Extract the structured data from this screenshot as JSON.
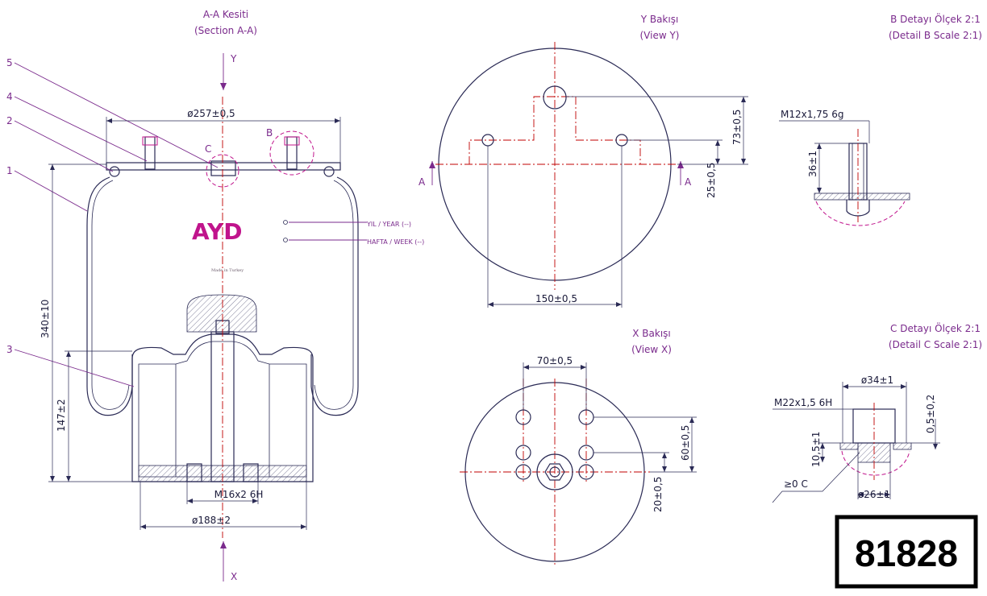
{
  "views": {
    "section": {
      "title": "A-A Kesiti",
      "subtitle": "(Section A-A)",
      "top_axis": "Y",
      "bottom_axis": "X"
    },
    "view_y": {
      "title": "Y Bakışı",
      "subtitle": "(View Y)",
      "section_left": "A",
      "section_right": "A"
    },
    "view_x": {
      "title": "X Bakışı",
      "subtitle": "(View X)"
    },
    "detail_b": {
      "title": "B Detayı Ölçek 2:1",
      "subtitle": "(Detail B Scale 2:1)"
    },
    "detail_c": {
      "title": "C Detayı Ölçek 2:1",
      "subtitle": "(Detail C Scale 2:1)"
    }
  },
  "callouts": {
    "c": "C",
    "b": "B"
  },
  "part_numbers": [
    "1",
    "2",
    "3",
    "4",
    "5"
  ],
  "dimensions": {
    "top_diameter": "ø257±0,5",
    "height": "340±10",
    "piston_height": "147±2",
    "bottom_thread": "M16x2 6H",
    "bottom_diameter": "ø188±2",
    "y_bolt_spacing": "150±0,5",
    "y_73": "73±0,5",
    "y_25": "25±0,5",
    "x_70": "70±0,5",
    "x_60": "60±0,5",
    "x_20": "20±0,5",
    "b_thread": "M12x1,75 6g",
    "b_36": "36±1",
    "c_34": "ø34±1",
    "c_thread": "M22x1,5 6H",
    "c_05": "0,5±0,2",
    "c_105": "10,5±1",
    "c_26": "ø26±1",
    "c_angle": "≥0 C"
  },
  "branding": {
    "logo": "AYD",
    "made_in": "Made in Turkey",
    "year_label": "YIL / YEAR (--)",
    "week_label": "HAFTA / WEEK (--)"
  },
  "part_code": "81828",
  "colors": {
    "outline": "#2a2a55",
    "centerline": "#c00000",
    "label": "#7a2a8c",
    "logo": "#c0148c"
  }
}
